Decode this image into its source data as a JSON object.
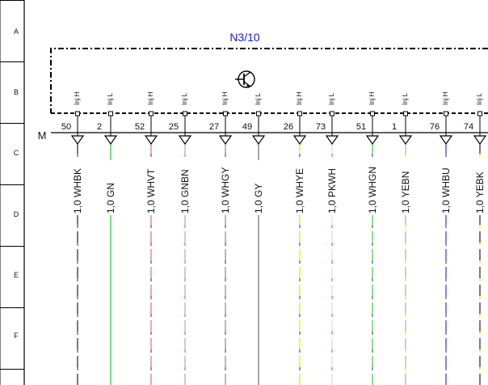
{
  "component": {
    "id": "N3/10",
    "symbol": "transistor-icon"
  },
  "rows": [
    "A",
    "B",
    "C",
    "D",
    "E",
    "F"
  ],
  "ground_label": "M",
  "wires": [
    {
      "pin": "50",
      "tap": "Inj H",
      "label": "1,0 WHBK",
      "colors": [
        "#ffffff",
        "#222222"
      ]
    },
    {
      "pin": "2",
      "tap": "Inj L",
      "label": "1,0 GN",
      "colors": [
        "#33cc33"
      ]
    },
    {
      "pin": "52",
      "tap": "Inj H",
      "label": "1,0 WHVT",
      "colors": [
        "#ffffff",
        "#cc66cc"
      ]
    },
    {
      "pin": "25",
      "tap": "Inj L",
      "label": "1,0 GNBN",
      "colors": [
        "#33cc33",
        "#bba6a6"
      ]
    },
    {
      "pin": "27",
      "tap": "Inj H",
      "label": "1,0 WHGY",
      "colors": [
        "#ffffff",
        "#888888"
      ]
    },
    {
      "pin": "49",
      "tap": "Inj L",
      "label": "1,0 GY",
      "colors": [
        "#777777"
      ]
    },
    {
      "pin": "26",
      "tap": "Inj H",
      "label": "1,0 WHYE",
      "colors": [
        "#ffffff",
        "#e8e800"
      ]
    },
    {
      "pin": "73",
      "tap": "Inj L",
      "label": "1,0 PKWH",
      "colors": [
        "#ee5588",
        "#ffffff"
      ]
    },
    {
      "pin": "51",
      "tap": "Inj H",
      "label": "1,0 WHGN",
      "colors": [
        "#ffffff",
        "#44cc44"
      ]
    },
    {
      "pin": "1",
      "tap": "Inj L",
      "label": "1,0 YEBN",
      "colors": [
        "#e8e800",
        "#bba6a6"
      ]
    },
    {
      "pin": "76",
      "tap": "Inj H",
      "label": "1,0 WHBU",
      "colors": [
        "#ffffff",
        "#3333dd"
      ]
    },
    {
      "pin": "74",
      "tap": "Inj L",
      "label": "1,0 YEBK",
      "colors": [
        "#e8e800",
        "#222222"
      ]
    }
  ]
}
